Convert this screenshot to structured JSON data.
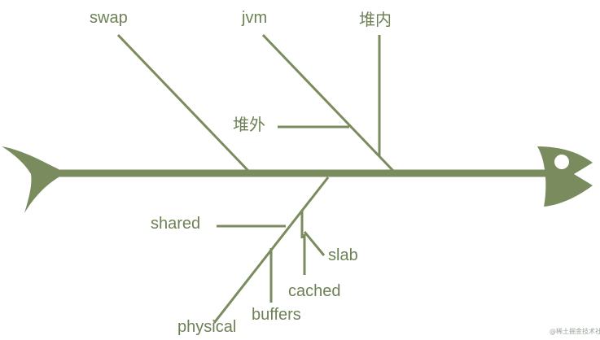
{
  "diagram": {
    "type": "fishbone",
    "colors": {
      "fish": "#7a8c5e",
      "line": "#7a8c5e",
      "label": "#6e8156",
      "background": "#ffffff",
      "eye": "#ffffff",
      "watermark": "#9aa39a"
    },
    "upper_causes": {
      "swap": "swap",
      "jvm": "jvm",
      "heap_inner": "堆内",
      "heap_outer": "堆外"
    },
    "lower_causes": {
      "shared": "shared",
      "slab": "slab",
      "cached": "cached",
      "buffers": "buffers",
      "physical": "physical"
    },
    "watermark": "@稀土掘金技术社区"
  }
}
